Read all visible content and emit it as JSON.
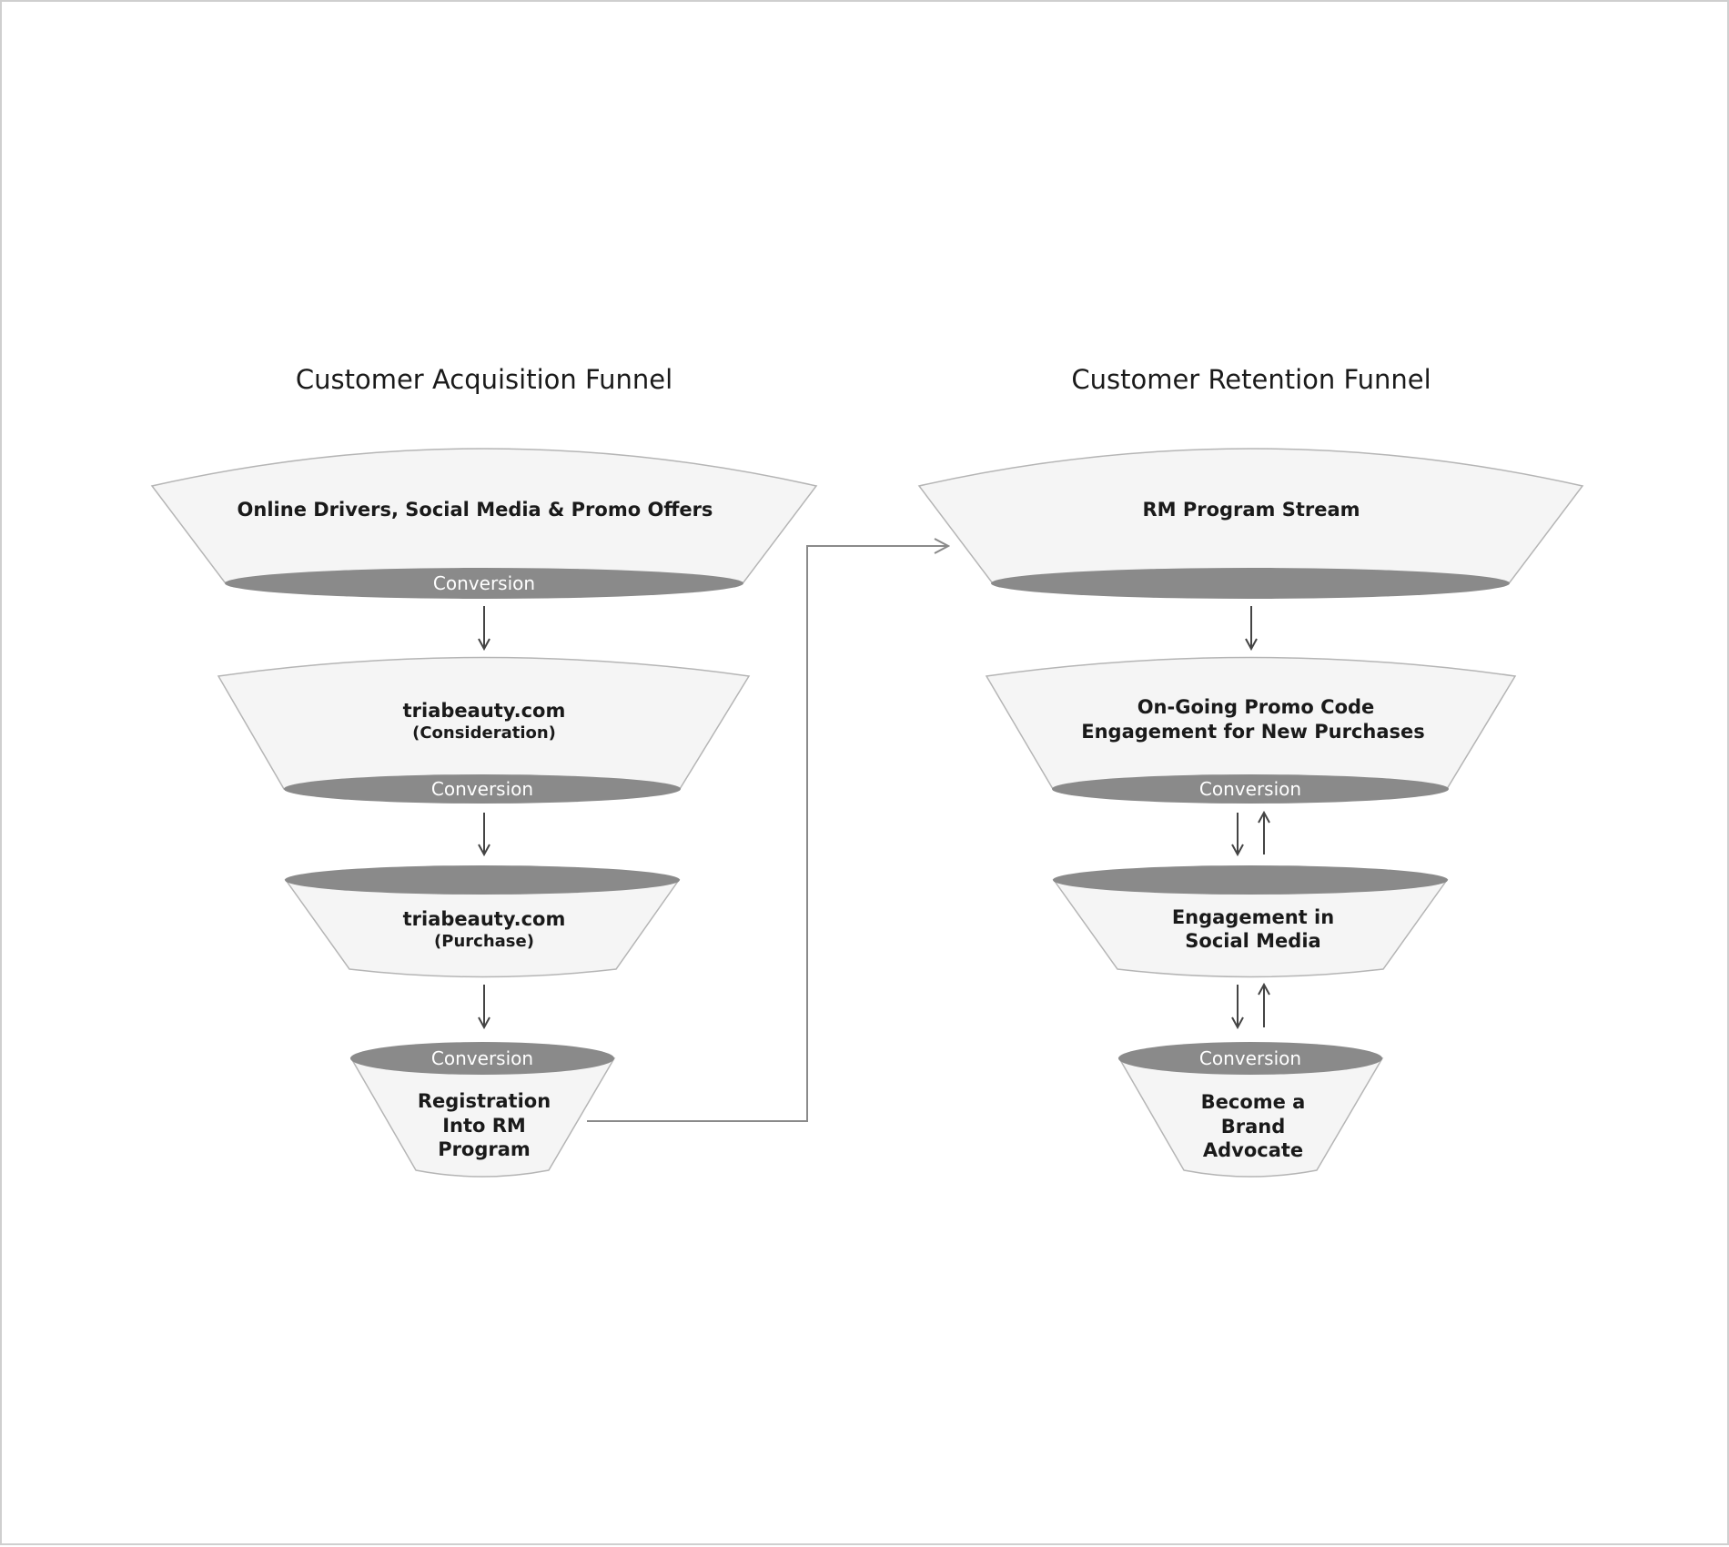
{
  "colors": {
    "background": "#ffffff",
    "stage_fill": "#f5f5f5",
    "stage_stroke": "#b5b5b5",
    "conversion_band": "#8a8a8a",
    "text": "#1a1a1a"
  },
  "acquisition": {
    "title": "Customer Acquisition Funnel",
    "stage1": {
      "label": "Online Drivers, Social Media & Promo Offers",
      "band": "Conversion"
    },
    "stage2": {
      "label": "triabeauty.com",
      "sublabel": "(Consideration)",
      "band": "Conversion"
    },
    "stage3": {
      "label": "triabeauty.com",
      "sublabel": "(Purchase)"
    },
    "stage4": {
      "band": "Conversion",
      "line1": "Registration",
      "line2": "Into RM",
      "line3": "Program"
    }
  },
  "retention": {
    "title": "Customer Retention Funnel",
    "stage1": {
      "label": "RM Program Stream"
    },
    "stage2": {
      "line1": "On-Going Promo Code",
      "line2": "Engagement for New Purchases",
      "band": "Conversion"
    },
    "stage3": {
      "line1": "Engagement in",
      "line2": "Social Media"
    },
    "stage4": {
      "band": "Conversion",
      "line1": "Become a",
      "line2": "Brand",
      "line3": "Advocate"
    }
  }
}
